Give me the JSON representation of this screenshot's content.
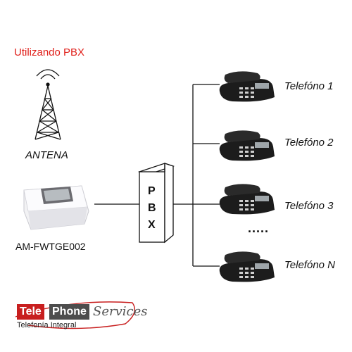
{
  "title": "Utilizando PBX",
  "antenna_label": "ANTENA",
  "device_label": "AM-FWTGE002",
  "pbx_letters": [
    "P",
    "B",
    "X"
  ],
  "phones": [
    {
      "label": "Telefóno 1"
    },
    {
      "label": "Telefóno 2"
    },
    {
      "label": "Telefóno 3"
    },
    {
      "label": "Telefóno N"
    }
  ],
  "ellipsis": ".....",
  "logo": {
    "tele": "Tele",
    "phone": "Phone",
    "services": "Services",
    "tagline": "Telefonía Integral"
  },
  "colors": {
    "title": "#e0201b",
    "logo_red": "#c81f1f",
    "logo_gray": "#4d4d4d",
    "line": "#111111"
  }
}
